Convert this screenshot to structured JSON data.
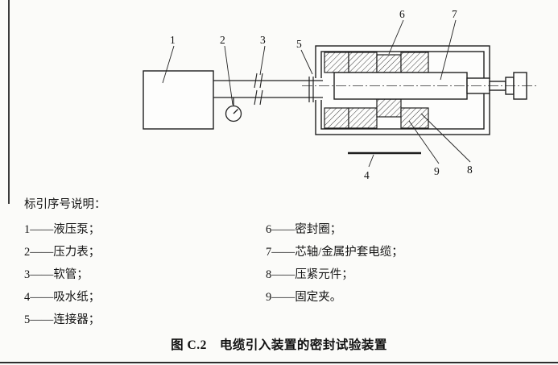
{
  "drawing": {
    "callouts": {
      "c1": "1",
      "c2": "2",
      "c3": "3",
      "c4": "4",
      "c5": "5",
      "c6": "6",
      "c7": "7",
      "c8": "8",
      "c9": "9"
    }
  },
  "legend": {
    "title": "标引序号说明：",
    "left": [
      "1——液压泵；",
      "2——压力表；",
      "3——软管；",
      "4——吸水纸；",
      "5——连接器；"
    ],
    "right": [
      "6——密封圈；",
      "7——芯轴/金属护套电缆；",
      "8——压紧元件；",
      "9——固定夹。"
    ]
  },
  "figure": {
    "caption": "图 C.2　电缆引入装置的密封试验装置"
  }
}
